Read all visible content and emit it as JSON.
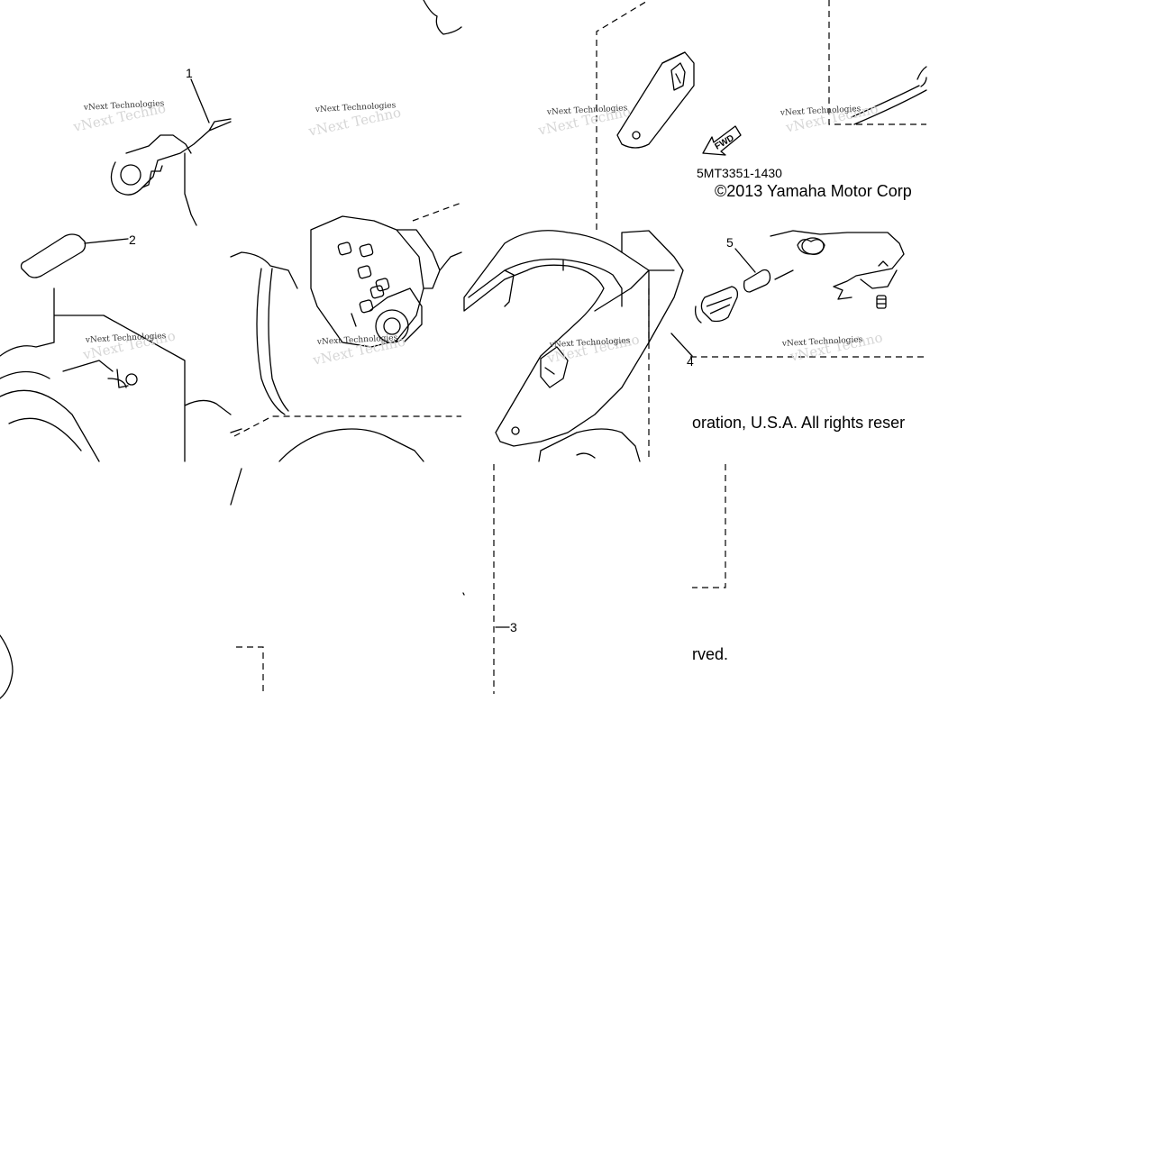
{
  "callouts": [
    "1",
    "2",
    "3",
    "4",
    "5"
  ],
  "part_code": "5MT3351-1430",
  "copyright_top": "©2013 Yamaha Motor Corp",
  "copyright_mid": "oration, U.S.A. All rights reser",
  "copyright_bottom": "rved.",
  "watermark": "vNext Technologies",
  "fwd_arrow": "FWD"
}
